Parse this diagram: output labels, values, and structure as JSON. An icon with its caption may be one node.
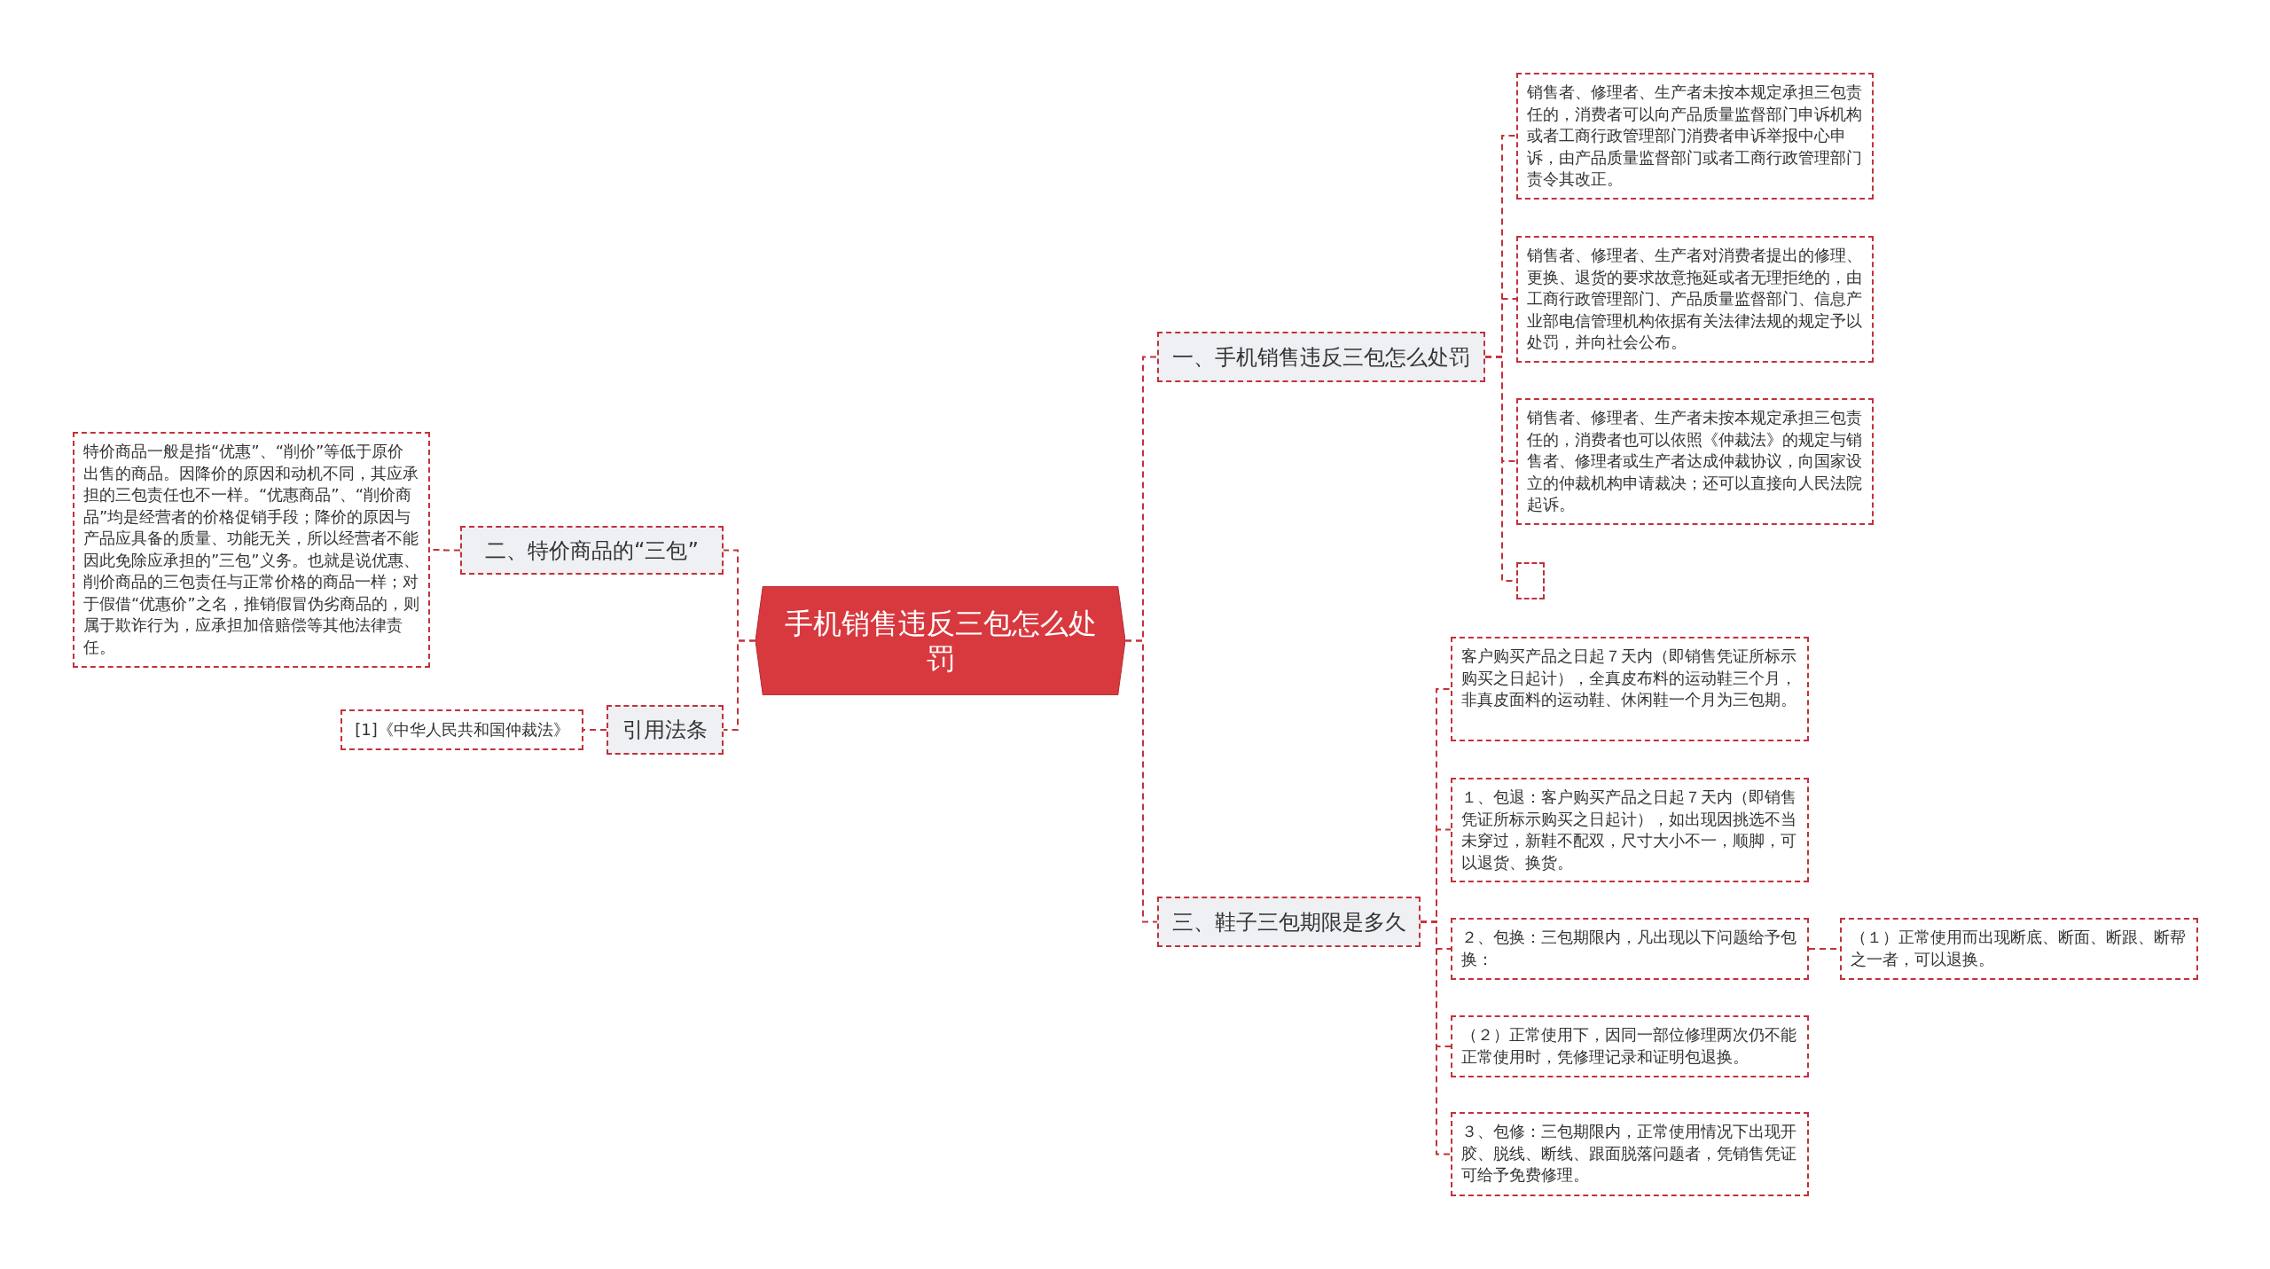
{
  "diagram": {
    "nodes": [
      {
        "text": [
          "手机销售违反三包怎么处罚"
        ]
      },
      {
        "text": [
          "一、手机销售违反三包怎么处罚"
        ]
      },
      {
        "text": [
          "销售者、修理者、生产者未按本规定承担三包责任的，消费者可以向产品质量监督部门申诉机构或者工商行政管理部门消费者申诉举报中心申诉，由产品质量监督部门或者工商行政管理部门责令其改正。"
        ]
      },
      {
        "text": [
          "销售者、修理者、生产者对消费者提出的修理、更换、退货的要求故意拖延或者无理拒绝的，由工商行政管理部门、产品质量监督部门、信息产业部电信管理机构依据有关法律法规的规定予以处罚，并向社会公布。"
        ]
      },
      {
        "text": [
          "销售者、修理者、生产者未按本规定承担三包责任的，消费者也可以依照《仲裁法》的规定与销售者、修理者或生产者达成仲裁协议，向国家设立的仲裁机构申请裁决；还可以直接向人民法院起诉。"
        ]
      },
      {
        "text": [],
        "shape": "box"
      },
      {
        "text": [
          "二、特价商品的“三包”"
        ]
      },
      {
        "text": [
          "特价商品一般是指“优惠”、“削价”等低于原价出售的商品。因降价的原因和动机不同，其应承担的三包责任也不一样。“优惠商品”、“削价商品”均是经营者的价格促销手段；降价的原因与产品应具备的质量、功能无关，所以经营者不能因此免除应承担的”三包”义务。也就是说优惠、削价商品的三包责任与正常价格的商品一样；对于假借“优惠价”之名，推销假冒伪劣商品的，则属于欺诈行为，应承担加倍赔偿等其他法律责任。"
        ]
      },
      {
        "text": [
          "三、鞋子三包期限是多久"
        ]
      },
      {
        "text": [
          "客户购买产品之日起７天内（即销售凭证所标示购买之日起计），全真皮布料的运动鞋三个月，非真皮面料的运动鞋、休闲鞋一个月为三包期。"
        ]
      },
      {
        "text": [
          "１、包退：客户购买产品之日起７天内（即销售凭证所标示购买之日起计），如出现因挑选不当未穿过，新鞋不配双，尺寸大小不一，顺脚，可以退货、换货。"
        ]
      },
      {
        "text": [
          "２、包换：三包期限内，凡出现以下问题给予包换："
        ]
      },
      {
        "text": [
          "（２）正常使用下，因同一部位修理两次仍不能正常使用时，凭修理记录和证明包退换。"
        ]
      },
      {
        "text": [
          "３、包修：三包期限内，正常使用情况下出现开胶、脱线、断线、跟面脱落问题者，凭销售凭证可给予免费修理。"
        ]
      },
      {
        "text": [
          "（１）正常使用而出现断底、断面、断跟、断帮之一者，可以退换。"
        ]
      },
      {
        "text": [
          "引用法条"
        ]
      },
      {
        "text": [
          "[1]《中华人民共和国仲裁法》"
        ]
      }
    ],
    "edges": [
      {
        "from": 0,
        "to": 1,
        "arrow": "none",
        "style": "dashed"
      },
      {
        "from": 1,
        "to": 2,
        "arrow": "none",
        "style": "dashed"
      },
      {
        "from": 1,
        "to": 3,
        "arrow": "none",
        "style": "dashed"
      },
      {
        "from": 1,
        "to": 4,
        "arrow": "none",
        "style": "dashed"
      },
      {
        "from": 1,
        "to": 5,
        "arrow": "none",
        "style": "dashed"
      },
      {
        "from": 0,
        "to": 6,
        "arrow": "none",
        "style": "dashed"
      },
      {
        "from": 6,
        "to": 7,
        "arrow": "none",
        "style": "dashed"
      },
      {
        "from": 0,
        "to": 8,
        "arrow": "none",
        "style": "dashed"
      },
      {
        "from": 8,
        "to": 9,
        "arrow": "none",
        "style": "dashed"
      },
      {
        "from": 8,
        "to": 10,
        "arrow": "none",
        "style": "dashed"
      },
      {
        "from": 8,
        "to": 11,
        "arrow": "none",
        "style": "dashed"
      },
      {
        "from": 8,
        "to": 12,
        "arrow": "none",
        "style": "dashed"
      },
      {
        "from": 8,
        "to": 13,
        "arrow": "none",
        "style": "dashed"
      },
      {
        "from": 11,
        "to": 14,
        "arrow": "none",
        "style": "dashed"
      },
      {
        "from": 0,
        "to": 15,
        "arrow": "none",
        "style": "dashed"
      },
      {
        "from": 15,
        "to": 16,
        "arrow": "none",
        "style": "dashed"
      }
    ]
  }
}
